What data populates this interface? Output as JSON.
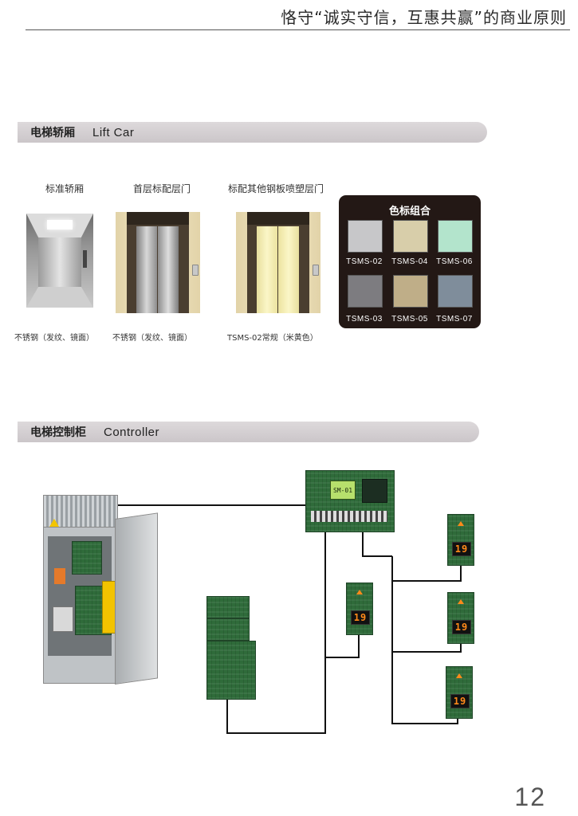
{
  "header": {
    "slogan": "恪守“诚实守信，互惠共赢”的商业原则"
  },
  "sections": {
    "lift_car": {
      "title_zh": "电梯轿厢",
      "title_en": "Lift Car"
    },
    "controller": {
      "title_zh": "电梯控制柜",
      "title_en": "Controller"
    }
  },
  "lift_car": {
    "items": [
      {
        "title": "标准轿厢",
        "caption": "不锈钢（发纹、镜面）"
      },
      {
        "title": "首层标配层门",
        "caption": "不锈钢（发纹、镜面）"
      },
      {
        "title": "标配其他钢板喷塑层门",
        "caption": "TSMS-02常规（米黄色）"
      }
    ],
    "color_chart": {
      "title": "色标组合",
      "swatches": [
        {
          "code": "TSMS-02",
          "color": "#c7c7c9"
        },
        {
          "code": "TSMS-04",
          "color": "#d8ceaa"
        },
        {
          "code": "TSMS-06",
          "color": "#b3e4cc"
        },
        {
          "code": "TSMS-03",
          "color": "#7d7c80"
        },
        {
          "code": "TSMS-05",
          "color": "#bfae88"
        },
        {
          "code": "TSMS-07",
          "color": "#7f8d9b"
        }
      ]
    }
  },
  "controller": {
    "main_board_lcd": "SM-01",
    "floor_display": "19"
  },
  "footer": {
    "page_number": "12"
  }
}
